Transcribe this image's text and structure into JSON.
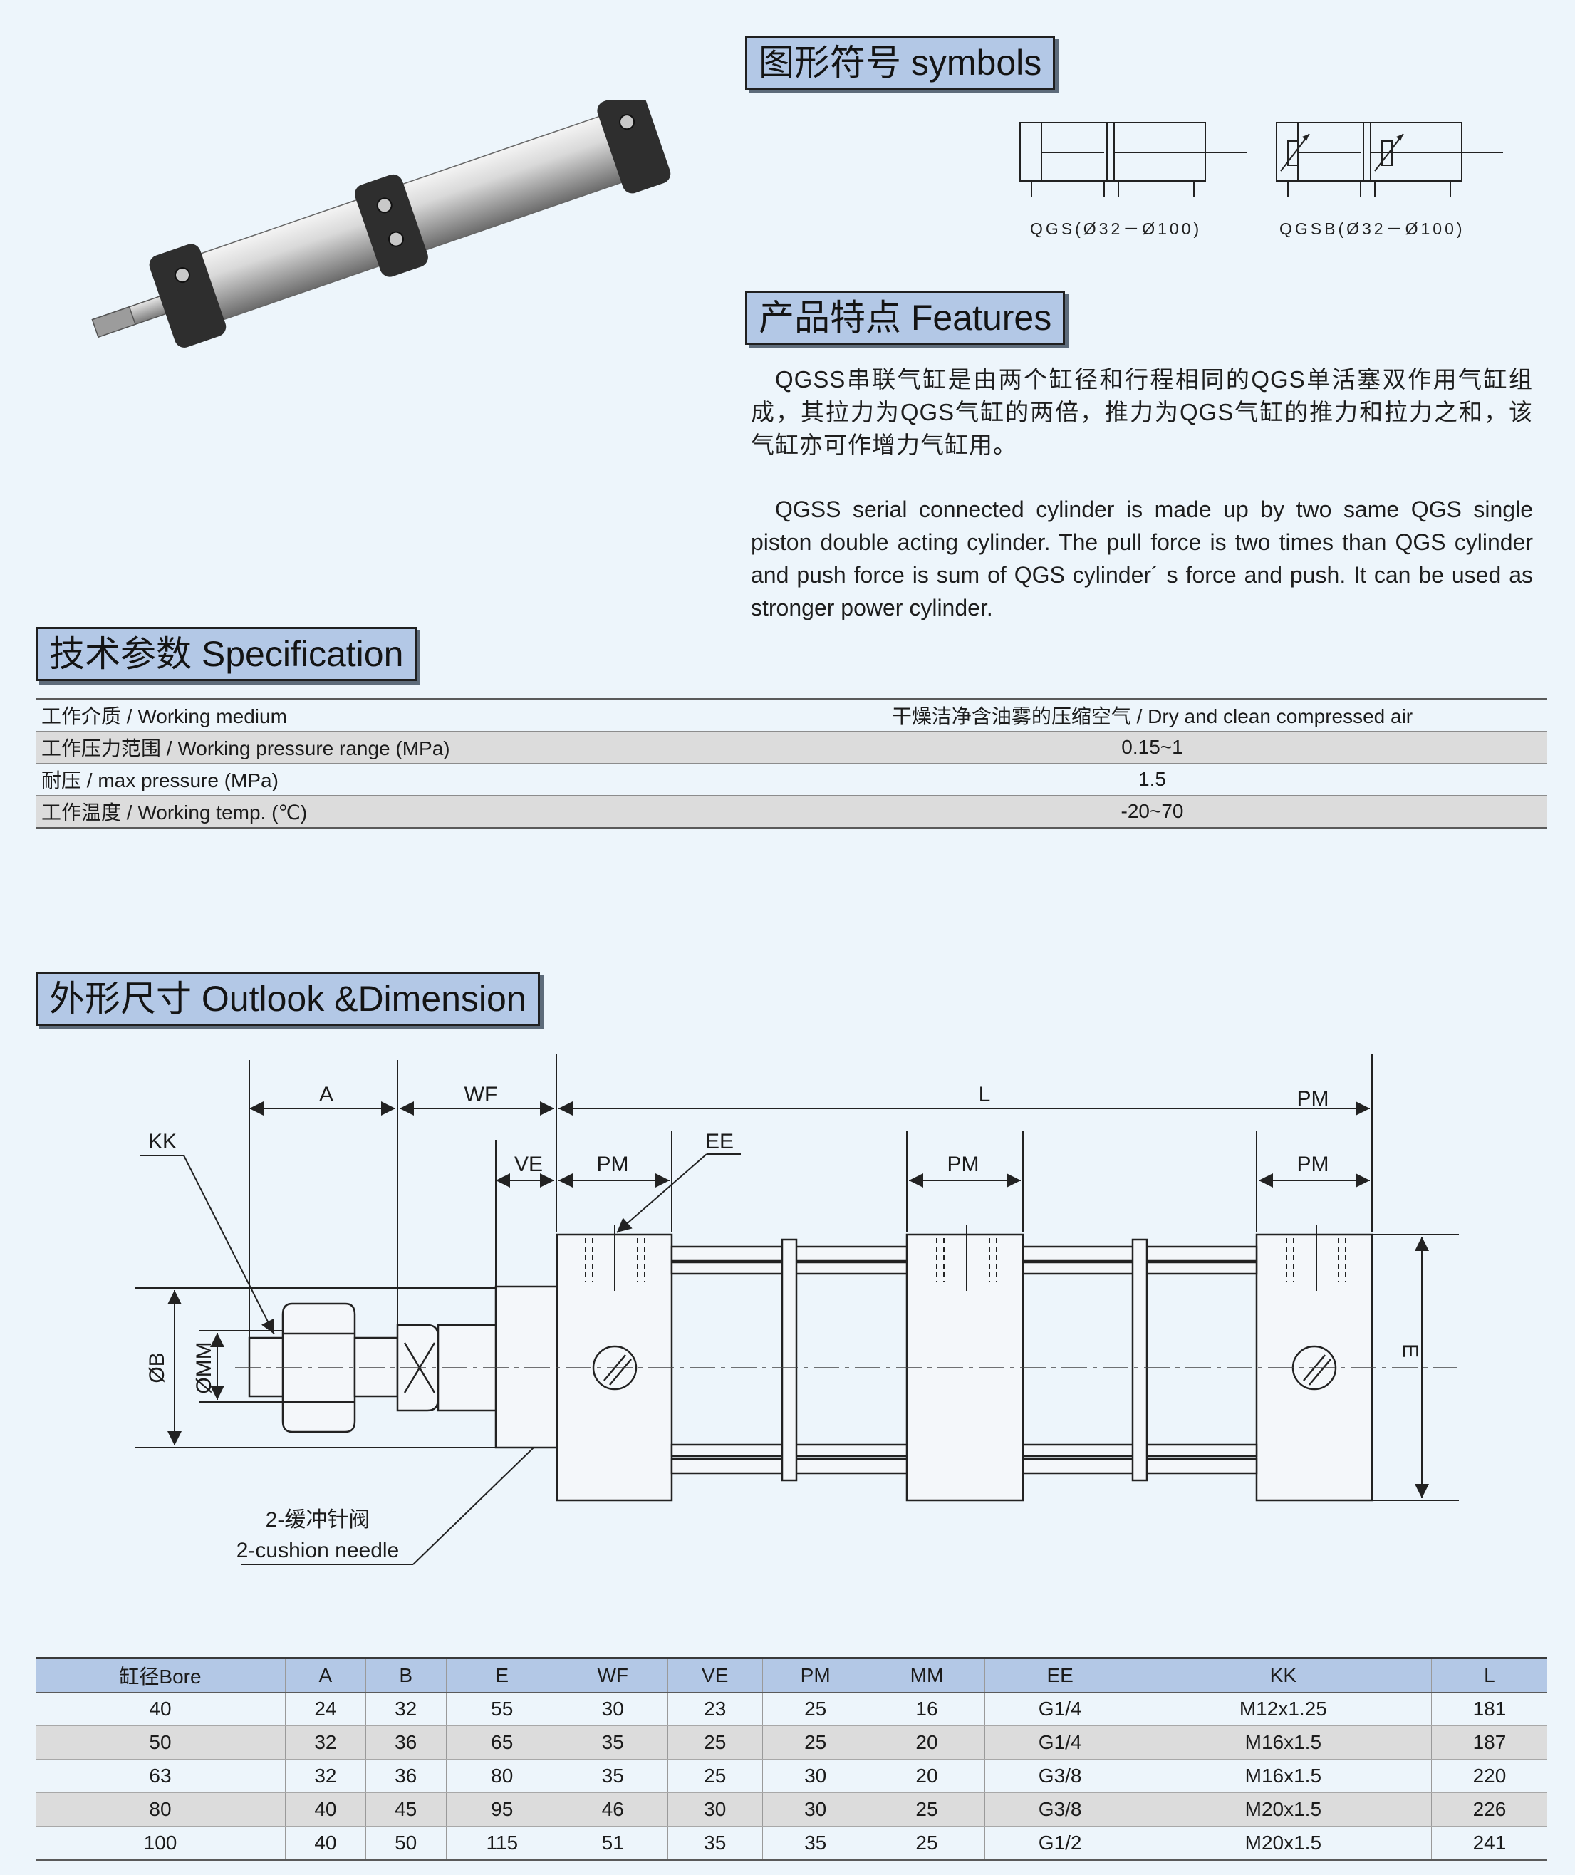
{
  "symbols": {
    "title": "图形符号 symbols",
    "captions": [
      "QGS(Ø32－Ø100)",
      "QGSB(Ø32－Ø100)"
    ]
  },
  "features": {
    "title": "产品特点 Features",
    "cn": "QGSS串联气缸是由两个缸径和行程相同的QGS单活塞双作用气缸组成，其拉力为QGS气缸的两倍，推力为QGS气缸的推力和拉力之和，该气缸亦可作增力气缸用。",
    "en": "QGSS serial connected cylinder is made up by two same QGS single piston double acting cylinder. The pull force is two times than QGS cylinder and push force is sum of QGS cylinder´ s force and push. It can be used as stronger power cylinder."
  },
  "spec": {
    "title": "技术参数 Specification",
    "rows": [
      {
        "label": "工作介质 / Working medium",
        "value": "干燥洁净含油雾的压缩空气 / Dry and clean compressed  air"
      },
      {
        "label": "工作压力范围 / Working pressure range (MPa)",
        "value": "0.15~1"
      },
      {
        "label": "耐压 / max pressure (MPa)",
        "value": "1.5"
      },
      {
        "label": "工作温度 / Working temp. (℃)",
        "value": "-20~70"
      }
    ]
  },
  "dimension": {
    "title": "外形尺寸 Outlook &Dimension",
    "labels": {
      "A": "A",
      "WF": "WF",
      "L": "L",
      "PM": "PM",
      "KK": "KK",
      "VE": "VE",
      "EE": "EE",
      "OB": "ØB",
      "OMM": "ØMM",
      "E": "E"
    },
    "needle_cn": "2-缓冲针阀",
    "needle_en": "2-cushion needle"
  },
  "table": {
    "headers": [
      "缸径Bore",
      "A",
      "B",
      "E",
      "WF",
      "VE",
      "PM",
      "MM",
      "EE",
      "KK",
      "L"
    ],
    "rows": [
      [
        "40",
        "24",
        "32",
        "55",
        "30",
        "23",
        "25",
        "16",
        "G1/4",
        "M12x1.25",
        "181"
      ],
      [
        "50",
        "32",
        "36",
        "65",
        "35",
        "25",
        "25",
        "20",
        "G1/4",
        "M16x1.5",
        "187"
      ],
      [
        "63",
        "32",
        "36",
        "80",
        "35",
        "25",
        "30",
        "20",
        "G3/8",
        "M16x1.5",
        "220"
      ],
      [
        "80",
        "40",
        "45",
        "95",
        "46",
        "30",
        "30",
        "25",
        "G3/8",
        "M20x1.5",
        "226"
      ],
      [
        "100",
        "40",
        "50",
        "115",
        "51",
        "35",
        "35",
        "25",
        "G1/2",
        "M20x1.5",
        "241"
      ]
    ]
  }
}
